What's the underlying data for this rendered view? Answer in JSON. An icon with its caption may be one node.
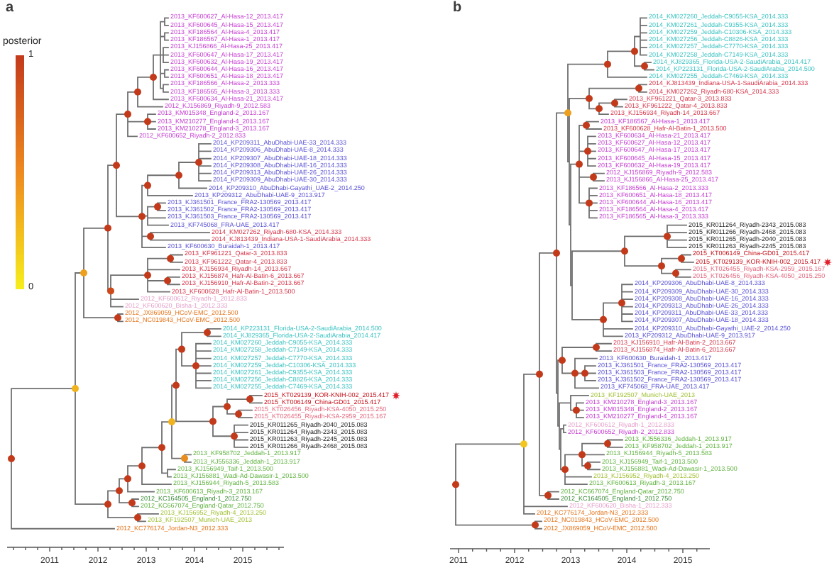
{
  "diagram": {
    "labels": [
      "a",
      "posterior",
      "1",
      "0",
      "2013_KF600627_Al-Hasa-12_2013.417",
      "2013_KF600645_Al-Hasa-15_2013.417",
      "2013_KF186564_Al-Hasa-4_2013.417",
      "2013_KF186567_Al-Hasa-1_2013.417",
      "2013_KJ156866_Al-Hasa-25_2013.417",
      "2013_KF600647_Al-Hasa-17_2013.417",
      "2013_KF600632_Al-Hasa-19_2013.417",
      "2013_KF600644_Al-Hasa-16_2013.417",
      "2013_KF600651_Al-Hasa-18_2013.417",
      "2013_KF186566_Al-Hasa-2_2013.333",
      "2013_KF186565_Al-Hasa-3_2013.333",
      "2013_KF600634_Al-Hasa-21_2013.417",
      "2012_KJ156869_Riyadh-9_2012.583",
      "2013_KM015348_England-2_2013.167",
      "2013_KM210277_England-4_2013.167",
      "2013_KM210278_England-3_2013.167",
      "2012_KF600652_Riyadh-2_2012.833",
      "2014_KP209311_AbuDhabi-UAE-33_2014.333",
      "2014_KP209306_AbuDhabi-UAE-8_2014.333",
      "2014_KP209307_AbuDhabi-UAE-18_2014.333",
      "2014_KP209308_AbuDhabi-UAE-16_2014.333",
      "2014_KP209313_AbuDhabi-UAE-26_2014.333",
      "2014_KP209309_AbuDhabi-UAE-30_2014.333",
      "2014_KP209310_AbuDhabi-Gayathi_UAE-2_2014.250",
      "2013_KP209312_AbuDhabi-UAE-9_2013.917",
      "2013_KJ361501_France_FRA2-130569_2013.417",
      "2013_KJ361502_France_FRA2-130569_2013.417",
      "2013_KJ361503_France_FRA2-130569_2013.417",
      "2013_KF745068_FRA-UAE_2013.417",
      "2014_KM027262_Riyadh-680-KSA_2014.333",
      "2014_KJ813439_Indiana-USA-1-SaudiArabia_2014.333",
      "2013_KF600630_Buraidah-1_2013.417",
      "2013_KF961221_Qatar-3_2013.833",
      "2013_KF961222_Qatar-4_2013.833",
      "2013_KJ156934_Riyadh-14_2013.667",
      "2013_KJ156874_Hafr-Al-Batin-6_2013.667",
      "2013_KJ156910_Hafr-Al-Batin-2_2013.667",
      "2013_KF600628_Hafr-Al-Batin-1_2013.500",
      "2012_KF600612_Riyadh-1_2012.833",
      "2012_KF600620_Bisha-1_2012.333",
      "2012_JX869059_HCoV-EMC_2012.500",
      "2012_NC019843_HCoV-EMC_2012.500",
      "2014_KP223131_Florida-USA-2-SaudiArabia_2014.500",
      "2014_KJ829365_Florida-USA-2-SaudiArabia_2014.417",
      "2014_KM027260_Jeddah-C9055-KSA_2014.333",
      "2014_KM027258_Jeddah-C7149-KSA_2014.333",
      "2014_KM027257_Jeddah-C7770-KSA_2014.333",
      "2014_KM027259_Jeddah-C10306-KSA_2014.333",
      "2014_KM027261_Jeddah-C9355-KSA_2014.333",
      "2014_KM027256_Jeddah-C8826-KSA_2014.333",
      "2014_KM027255_Jeddah-C7469-KSA_2014.333",
      "2015_KT029139_KOR-KNIH-002_2015.417",
      "2015_KT006149_China-GD01_2015.417",
      "2015_KT026456_Riyadh-KSA-4050_2015.250",
      "2015_KT026455_Riyadh-KSA-2959_2015.167",
      "2015_KR011265_Riyadh-2040_2015.083",
      "2015_KR011264_Riyadh-2343_2015.083",
      "2015_KR011263_Riyadh-2245_2015.083",
      "2015_KR011266_Riyadh-2468_2015.083",
      "2013_KF958702_Jeddah-1_2013.917",
      "2013_KJ556336_Jeddah-1_2013.917",
      "2013_KJ156949_Taif-1_2013.500",
      "2013_KJ156881_Wadi-Ad-Dawasir-1_2013.500",
      "2013_KJ156944_Riyadh-5_2013.583",
      "2013_KF600613_Riyadh-3_2013.167",
      "2012_KC164505_England-1_2012.750",
      "2012_KC667074_England-Qatar_2012.750",
      "2013_KJ156952_Riyadh-4_2013.250",
      "2013_KF192507_Munich-UAE_2013",
      "2012_KC776174_Jordan-N3_2012.333",
      "2011",
      "2012",
      "2013",
      "2014",
      "2015",
      "b",
      "2014_KM027260_Jeddah-C9055-KSA_2014.333",
      "2014_KM027261_Jeddah-C9355-KSA_2014.333",
      "2014_KM027259_Jeddah-C10306-KSA_2014.333",
      "2014_KM027256_Jeddah-C8826-KSA_2014.333",
      "2014_KM027257_Jeddah-C7770-KSA_2014.333",
      "2014_KM027258_Jeddah-C7149-KSA_2014.333",
      "2014_KJ829365_Florida-USA-2-SaudiArabia_2014.417",
      "2014_KP223131_Florida-USA-2-SaudiArabia_2014.500",
      "2014_KM027255_Jeddah-C7469-KSA_2014.333",
      "2014_KJ813439_Indiana-USA-1-SaudiArabia_2014.333",
      "2014_KM027262_Riyadh-680-KSA_2014.333",
      "2013_KF961221_Qatar-3_2013.833",
      "2013_KF961222_Qatar-4_2013.833",
      "2013_KJ156934_Riyadh-14_2013.667",
      "2013_KF186567_Al-Hasa-1_2013.417",
      "2013_KF600628_Hafr-Al-Batin-1_2013.500",
      "2013_KF600634_Al-Hasa-21_2013.417",
      "2013_KF600627_Al-Hasa-12_2013.417",
      "2013_KF600647_Al-Hasa-17_2013.417",
      "2013_KF600645_Al-Hasa-15_2013.417",
      "2013_KF600632_Al-Hasa-19_2013.417",
      "2012_KJ156869_Riyadh-9_2012.583",
      "2013_KJ156866_Al-Hasa-25_2013.417",
      "2013_KF186566_Al-Hasa-2_2013.333",
      "2013_KF600651_Al-Hasa-18_2013.417",
      "2013_KF600644_Al-Hasa-16_2013.417",
      "2013_KF186564_Al-Hasa-4_2013.417",
      "2013_KF186565_Al-Hasa-3_2013.333",
      "2015_KR011264_Riyadh-2343_2015.083",
      "2015_KR011266_Riyadh-2468_2015.083",
      "2015_KR011265_Riyadh-2040_2015.083",
      "2015_KR011263_Riyadh-2245_2015.083",
      "2015_KT006149_China-GD01_2015.417",
      "2015_KT029139_KOR-KNIH-002_2015.417",
      "2015_KT026455_Riyadh-KSA-2959_2015.167",
      "2015_KT026456_Riyadh-KSA-4050_2015.250",
      "2014_KP209306_AbuDhabi-UAE-8_2014.333",
      "2014_KP209309_AbuDhabi-UAE-30_2014.333",
      "2014_KP209308_AbuDhabi-UAE-16_2014.333",
      "2014_KP209313_AbuDhabi-UAE-26_2014.333",
      "2014_KP209311_AbuDhabi-UAE-33_2014.333",
      "2014_KP209307_AbuDhabi-UAE-18_2014.333",
      "2014_KP209310_AbuDhabi-Gayathi_UAE-2_2014.250",
      "2013_KP209312_AbuDhabi-UAE-9_2013.917",
      "2013_KJ156910_Hafr-Al-Batin-2_2013.667",
      "2013_KJ156874_Hafr-Al-Batin-6_2013.667",
      "2013_KF600630_Buraidah-1_2013.417",
      "2013_KJ361501_France_FRA2-130569_2013.417",
      "2013_KJ361503_France_FRA2-130569_2013.417",
      "2013_KJ361502_France_FRA2-130569_2013.417",
      "2013_KF745068_FRA-UAE_2013.417",
      "2013_KF192507_Munich-UAE_2013",
      "2013_KM210278_England-3_2013.167",
      "2013_KM015348_England-2_2013.167",
      "2013_KM210277_England-4_2013.167",
      "2012_KF600612_Riyadh-1_2012.833",
      "2012_KF600652_Riyadh-2_2012.833",
      "2013_KJ556336_Jeddah-1_2013.917",
      "2013_KF958702_Jeddah-1_2013.917",
      "2013_KJ156944_Riyadh-5_2013.583",
      "2013_KJ156949_Taif-1_2013.500",
      "2013_KJ156881_Wadi-Ad-Dawasir-1_2013.500",
      "2013_KJ156952_Riyadh-4_2013.250",
      "2013_KF600613_Riyadh-3_2013.167",
      "2012_KC667074_England-Qatar_2012.750",
      "2012_KC164505_England-1_2012.750",
      "2012_KF600620_Bisha-1_2012.333",
      "2012_KC776174_Jordan-N3_2012.333",
      "2012_NC019843_HCoV-EMC_2012.500",
      "2012_JX869059_HCoV-EMC_2012.500",
      "2011",
      "2012",
      "2013",
      "2014",
      "2015"
    ]
  }
}
